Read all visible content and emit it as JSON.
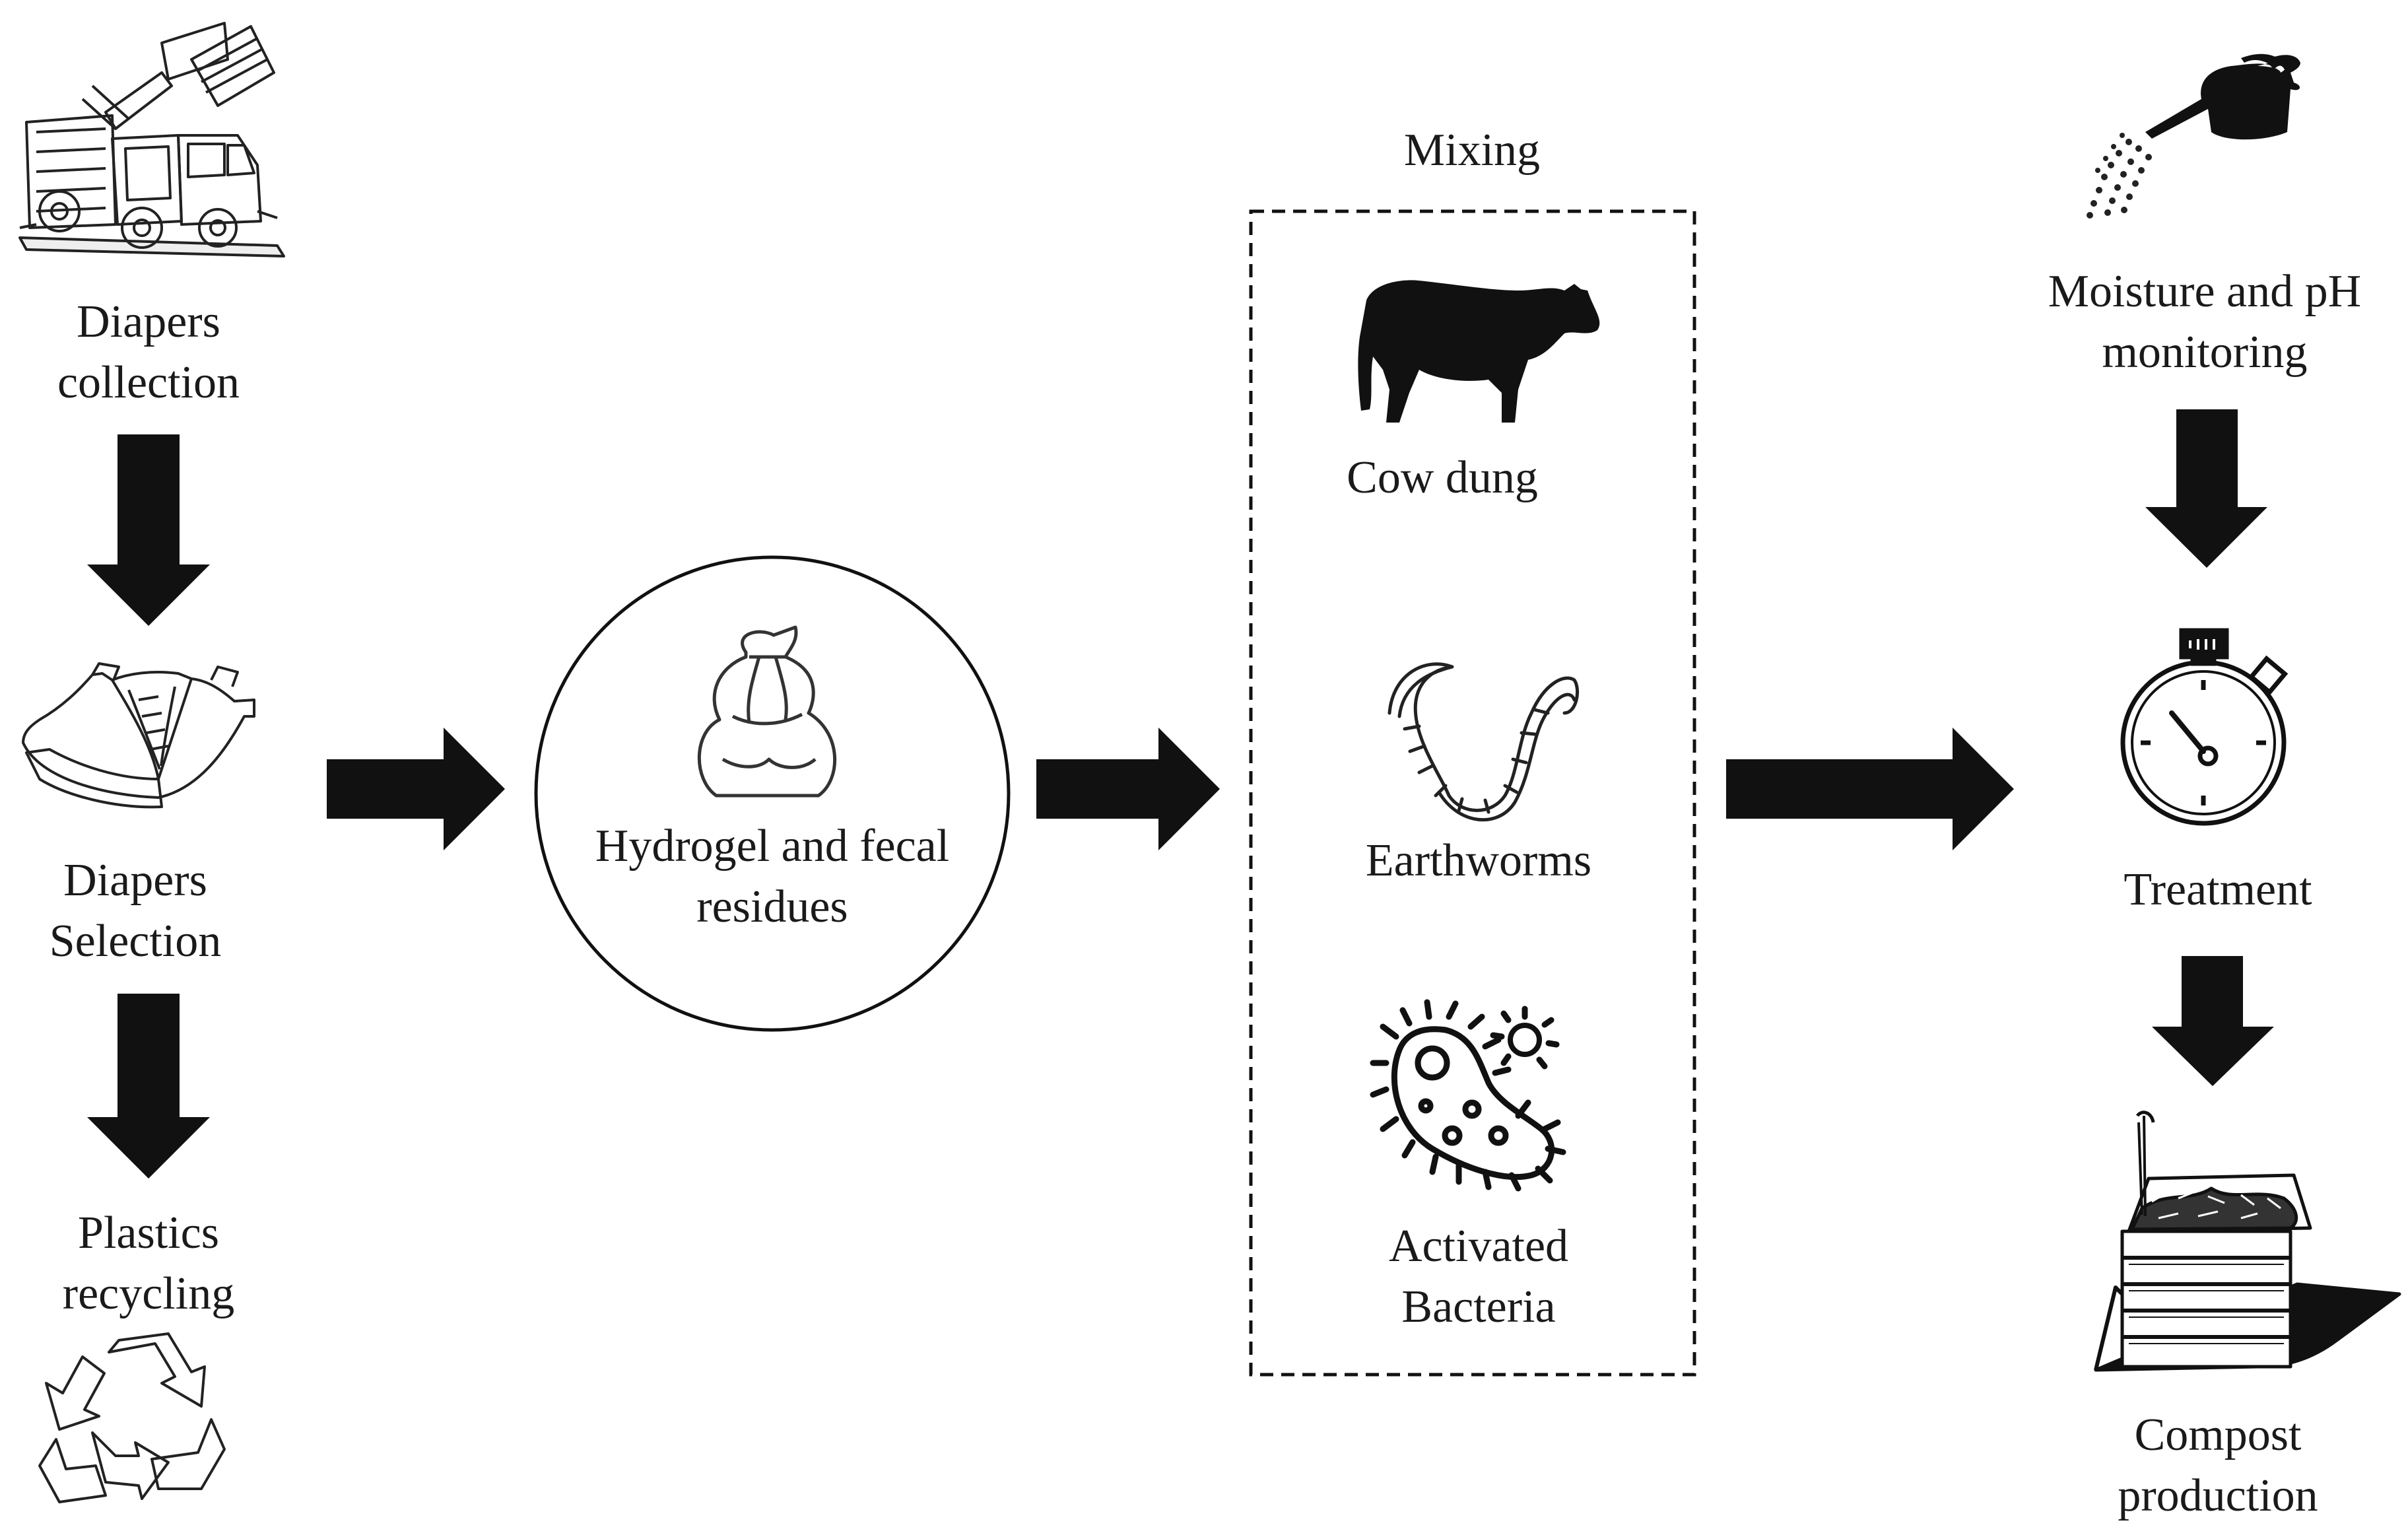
{
  "steps": {
    "collection": {
      "line1": "Diapers",
      "line2": "collection",
      "icon": "garbage-truck-icon"
    },
    "selection": {
      "line1": "Diapers",
      "line2": "Selection",
      "icon": "diaper-icon"
    },
    "plastics": {
      "line1": "Plastics",
      "line2": "recycling",
      "icon": "recycle-icon"
    },
    "residues": {
      "line1": "Hydrogel and fecal",
      "line2": "residues",
      "icon": "garbage-bag-icon"
    },
    "moisture": {
      "line1": "Moisture and pH",
      "line2": "monitoring",
      "icon": "watering-can-icon"
    },
    "treatment": {
      "line1": "Treatment",
      "icon": "stopwatch-icon"
    },
    "compost": {
      "line1": "Compost",
      "line2": "production",
      "icon": "compost-bin-icon"
    }
  },
  "mixing": {
    "title": "Mixing",
    "items": [
      {
        "line1": "Cow dung",
        "icon": "cow-icon"
      },
      {
        "line1": "Earthworms",
        "icon": "earthworm-icon"
      },
      {
        "line1": "Activated",
        "line2": "Bacteria",
        "icon": "bacteria-icon"
      }
    ]
  },
  "colors": {
    "ink": "#111111",
    "text": "#1a1a1a",
    "background": "#ffffff"
  }
}
